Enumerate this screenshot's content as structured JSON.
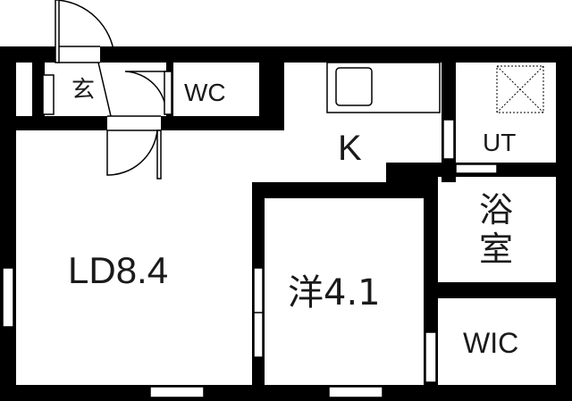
{
  "plan": {
    "rooms": {
      "genkan": "玄",
      "wc": "WC",
      "kitchen": "K",
      "utility": "UT",
      "bathroom": "浴\n室",
      "living_dining": "LD8.4",
      "western_room": "洋4.1",
      "walk_in_closet": "WIC"
    }
  }
}
